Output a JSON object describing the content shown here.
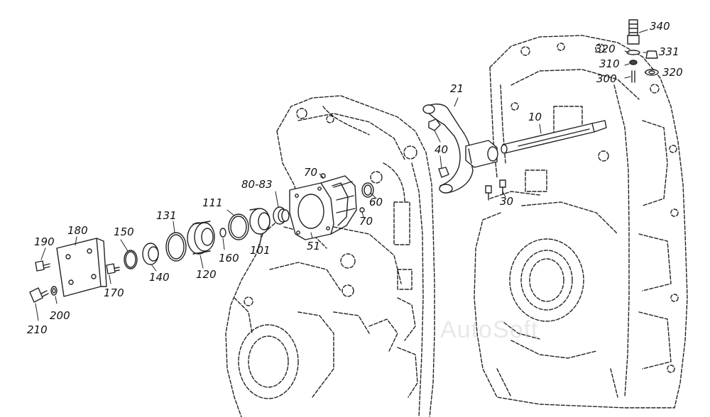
{
  "diagram": {
    "labels": [
      {
        "id": "p340",
        "text": "340"
      },
      {
        "id": "p320a",
        "text": "320"
      },
      {
        "id": "p331",
        "text": "331"
      },
      {
        "id": "p310",
        "text": "310"
      },
      {
        "id": "p320b",
        "text": "320"
      },
      {
        "id": "p300",
        "text": "300"
      },
      {
        "id": "p21",
        "text": "21"
      },
      {
        "id": "p10",
        "text": "10"
      },
      {
        "id": "p40",
        "text": "40"
      },
      {
        "id": "p70a",
        "text": "70"
      },
      {
        "id": "p80_83",
        "text": "80-83"
      },
      {
        "id": "p60",
        "text": "60"
      },
      {
        "id": "p30",
        "text": "30"
      },
      {
        "id": "p70b",
        "text": "70"
      },
      {
        "id": "p111",
        "text": "111"
      },
      {
        "id": "p131",
        "text": "131"
      },
      {
        "id": "p180",
        "text": "180"
      },
      {
        "id": "p150",
        "text": "150"
      },
      {
        "id": "p190",
        "text": "190"
      },
      {
        "id": "p51",
        "text": "51"
      },
      {
        "id": "p101",
        "text": "101"
      },
      {
        "id": "p160",
        "text": "160"
      },
      {
        "id": "p120",
        "text": "120"
      },
      {
        "id": "p140",
        "text": "140"
      },
      {
        "id": "p170",
        "text": "170"
      },
      {
        "id": "p200",
        "text": "200"
      },
      {
        "id": "p210",
        "text": "210"
      }
    ],
    "watermark": "AutoSoft"
  }
}
